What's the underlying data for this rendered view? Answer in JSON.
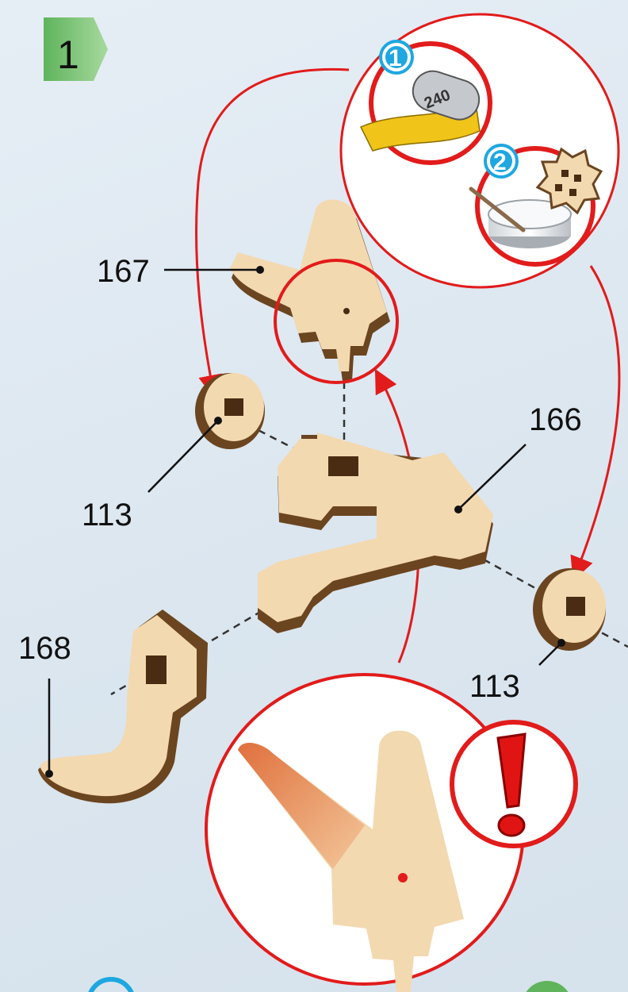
{
  "step": {
    "number": "1"
  },
  "callouts": {
    "sand_step": "1",
    "glue_step": "2",
    "sandpaper_grit": "240"
  },
  "parts": {
    "p167": "167",
    "p166": "166",
    "p113_left": "113",
    "p113_right": "113",
    "p168": "168"
  },
  "colors": {
    "accent_red": "#e21b1b",
    "step_badge_green": "#7cc47a",
    "callout_blue": "#1ea7e0",
    "wood_light": "#f3d9b0",
    "wood_edge": "#6b4520"
  }
}
